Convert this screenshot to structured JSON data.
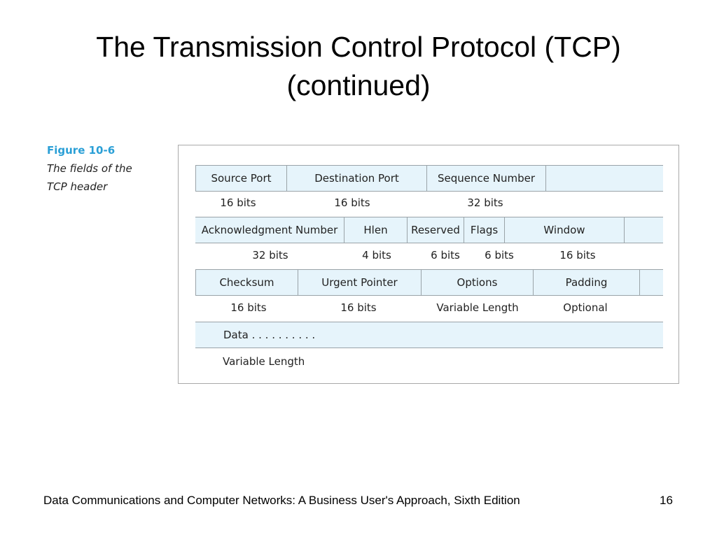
{
  "title": {
    "line1": "The Transmission Control Protocol (TCP)",
    "line2": "(continued)"
  },
  "caption": {
    "figure_label": "Figure 10-6",
    "description_line1": "The fields of the",
    "description_line2": "TCP header"
  },
  "rows": [
    {
      "fields": [
        "Source Port",
        "Destination Port",
        "Sequence Number",
        ""
      ],
      "sizes": [
        "16 bits",
        "16 bits",
        "32 bits"
      ]
    },
    {
      "fields": [
        "Acknowledgment Number",
        "Hlen",
        "Reserved",
        "Flags",
        "Window",
        ""
      ],
      "sizes": [
        "32 bits",
        "4 bits",
        "6 bits",
        "6 bits",
        "16 bits"
      ]
    },
    {
      "fields": [
        "Checksum",
        "Urgent Pointer",
        "Options",
        "Padding",
        ""
      ],
      "sizes": [
        "16 bits",
        "16 bits",
        "Variable Length",
        "Optional"
      ]
    },
    {
      "fields": [
        "Data . . . . . . . . . ."
      ],
      "sizes": [
        "Variable Length"
      ]
    }
  ],
  "footer": {
    "book_title": "Data Communications and Computer Networks: A Business User's Approach, Sixth Edition",
    "page_number": "16"
  },
  "colors": {
    "field_fill": "#e6f4fb",
    "figure_label": "#2a9fd6",
    "border": "#9aa3a8"
  }
}
